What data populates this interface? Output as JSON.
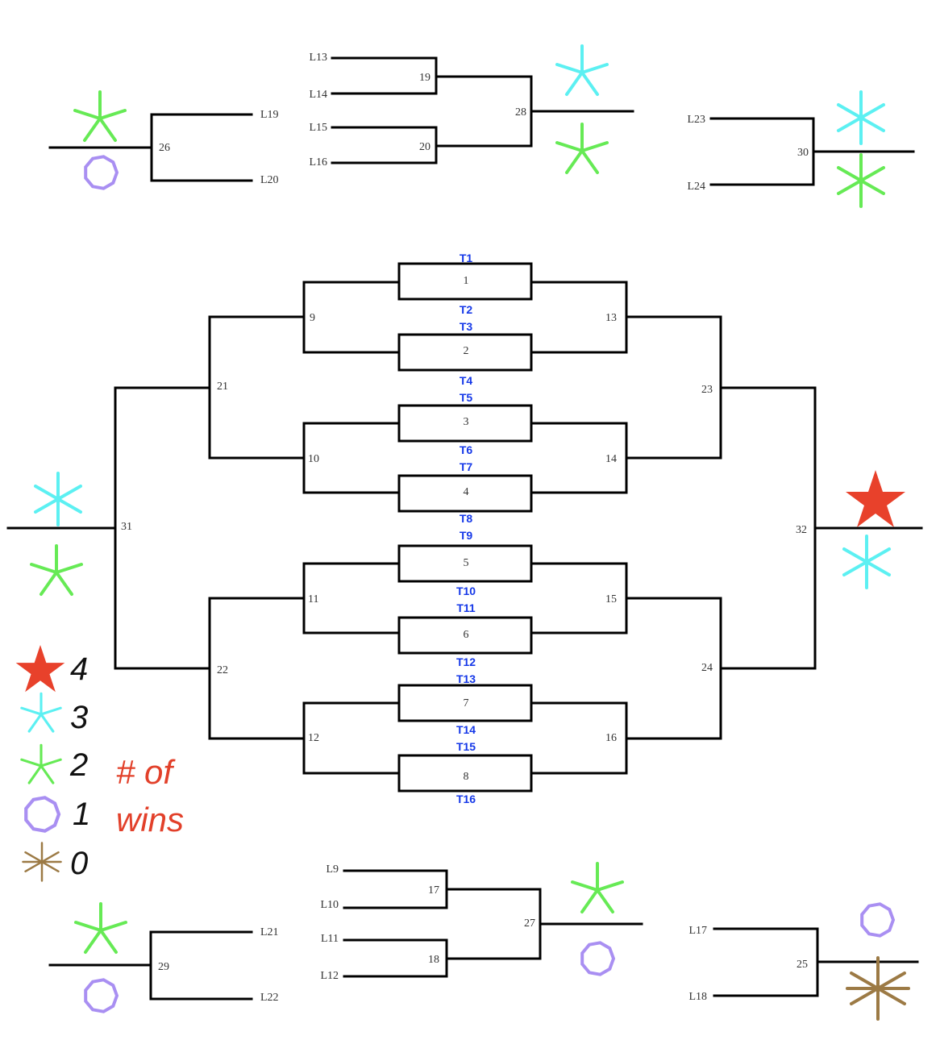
{
  "colors": {
    "line": "#000000",
    "team_label": "#1538e8",
    "legend_text": "#111111",
    "wins_text": "#e2402a",
    "four": "#e8412b",
    "three": "#5cf0f2",
    "two": "#66ea55",
    "one": "#a98ff2",
    "zero": "#9c7a45"
  },
  "matches": {
    "m1": "1",
    "m2": "2",
    "m3": "3",
    "m4": "4",
    "m5": "5",
    "m6": "6",
    "m7": "7",
    "m8": "8",
    "m9": "9",
    "m10": "10",
    "m11": "11",
    "m12": "12",
    "m13": "13",
    "m14": "14",
    "m15": "15",
    "m16": "16",
    "m17": "17",
    "m18": "18",
    "m19": "19",
    "m20": "20",
    "m21": "21",
    "m22": "22",
    "m23": "23",
    "m24": "24",
    "m25": "25",
    "m26": "26",
    "m27": "27",
    "m28": "28",
    "m29": "29",
    "m30": "30",
    "m31": "31",
    "m32": "32"
  },
  "teams": [
    "T1",
    "T2",
    "T3",
    "T4",
    "T5",
    "T6",
    "T7",
    "T8",
    "T9",
    "T10",
    "T11",
    "T12",
    "T13",
    "T14",
    "T15",
    "T16"
  ],
  "losers": {
    "L9": "L9",
    "L10": "L10",
    "L11": "L11",
    "L12": "L12",
    "L13": "L13",
    "L14": "L14",
    "L15": "L15",
    "L16": "L16",
    "L17": "L17",
    "L18": "L18",
    "L19": "L19",
    "L20": "L20",
    "L21": "L21",
    "L22": "L22",
    "L23": "L23",
    "L24": "L24"
  },
  "legend": {
    "items": [
      {
        "wins": "4",
        "icon": "red-star-icon"
      },
      {
        "wins": "3",
        "icon": "cyan-asterisk-icon"
      },
      {
        "wins": "2",
        "icon": "green-asterisk-icon"
      },
      {
        "wins": "1",
        "icon": "purple-circle-icon"
      },
      {
        "wins": "0",
        "icon": "brown-asterisk-icon"
      }
    ],
    "caption_line1": "# of",
    "caption_line2": "wins"
  }
}
